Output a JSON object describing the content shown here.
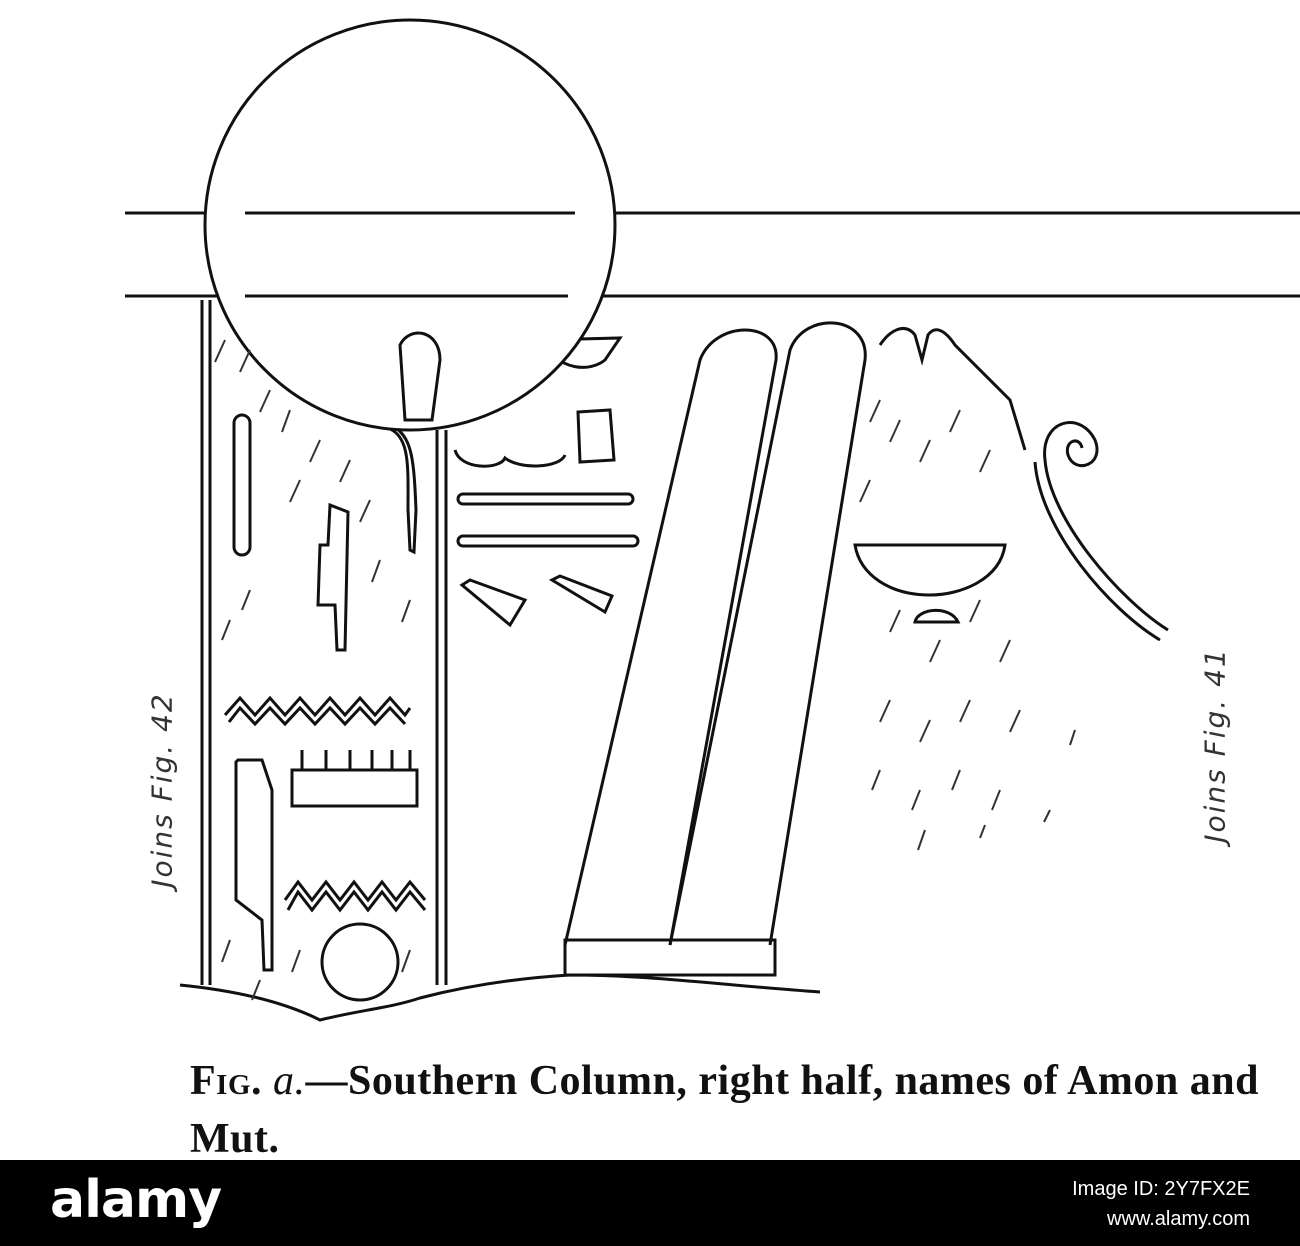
{
  "caption": {
    "fig_label": "Fig.",
    "fig_letter": "a.",
    "text": "—Southern Column, right half, names of Amon and Mut."
  },
  "side_labels": {
    "left": "Joins Fig. 42",
    "right": "Joins Fig. 41"
  },
  "footer": {
    "brand": "alamy",
    "image_id": "Image ID: 2Y7FX2E",
    "site": "www.alamy.com"
  }
}
